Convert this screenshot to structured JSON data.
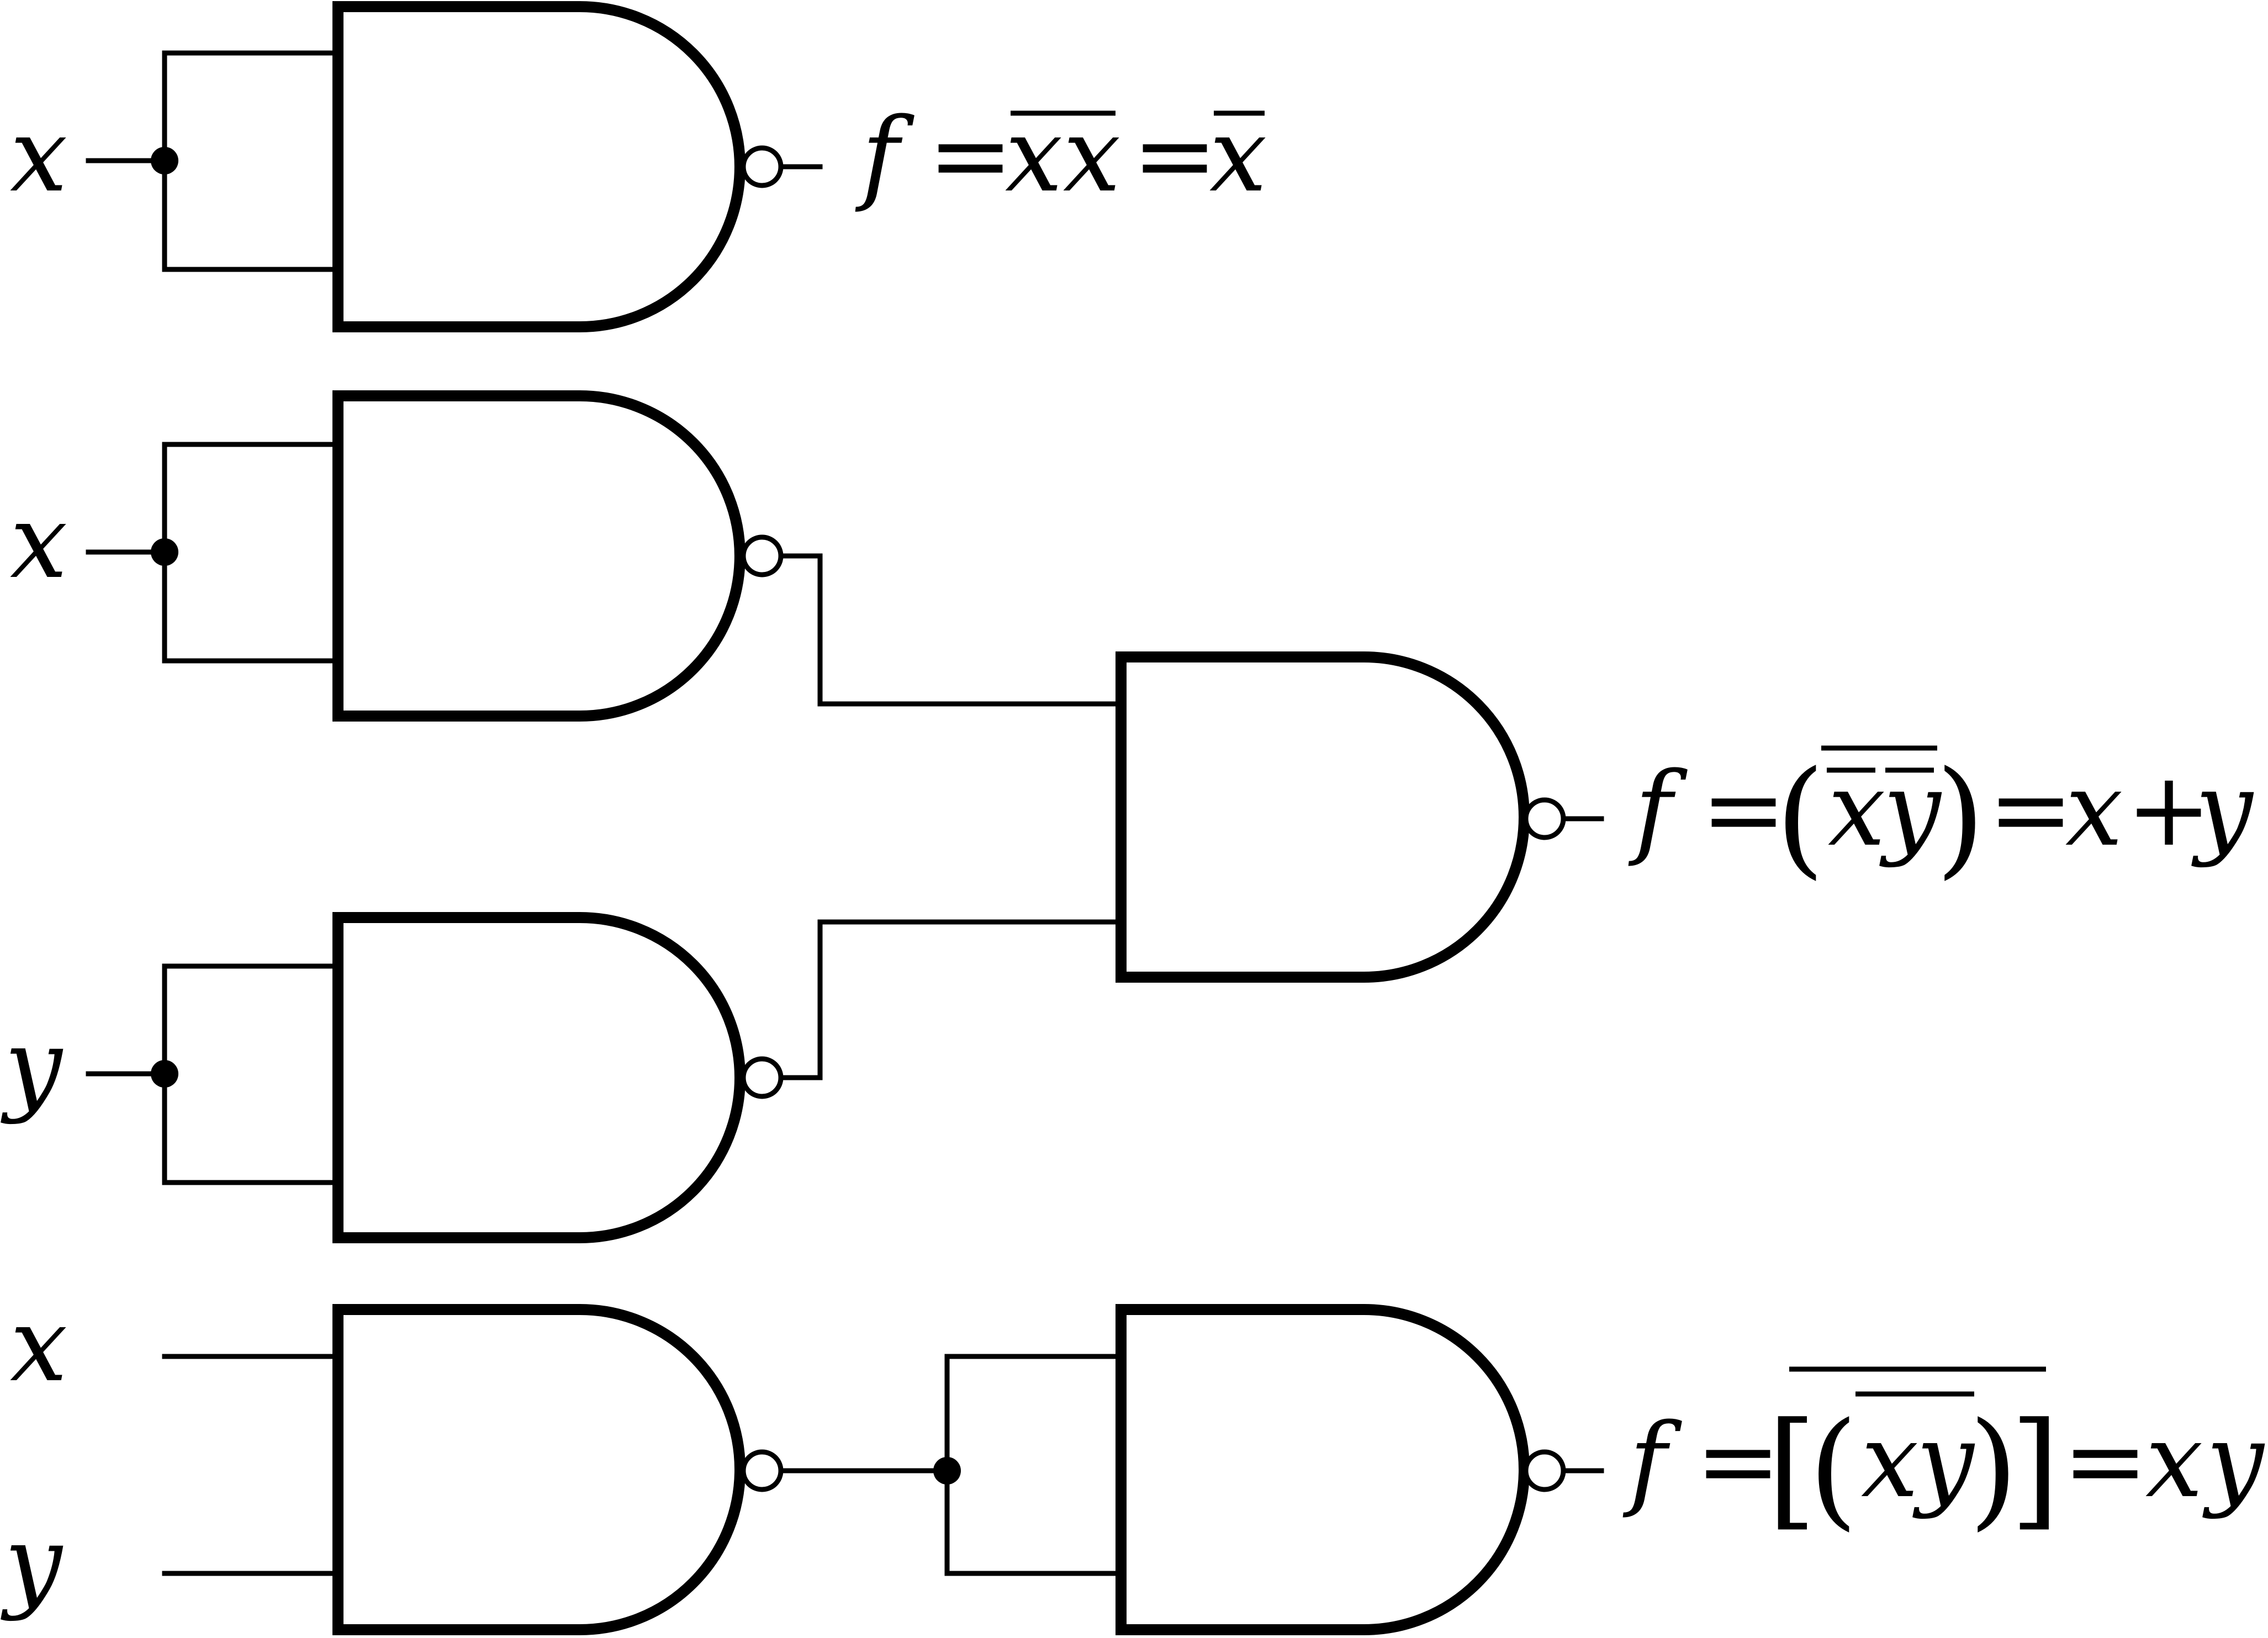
{
  "inputs": {
    "c1_x": "x",
    "c2_x": "x",
    "c2_y": "y",
    "c3_x": "x",
    "c3_y": "y"
  },
  "expressions": {
    "e1": {
      "f": "f",
      "eq1": "=",
      "x1": "x",
      "x2": "x",
      "eq2": "=",
      "x3": "x"
    },
    "e2": {
      "f": "f",
      "eq1": "=",
      "lp": "(",
      "x": "x",
      "y": "y",
      "rp": ")",
      "eq2": "=",
      "x2": "x",
      "plus": "+",
      "y2": "y"
    },
    "e3": {
      "f": "f",
      "eq1": "=",
      "lb": "[",
      "lp": "(",
      "x": "x",
      "y": "y",
      "rp": ")",
      "rb": "]",
      "eq2": "=",
      "x2": "x",
      "y2": "y"
    }
  }
}
